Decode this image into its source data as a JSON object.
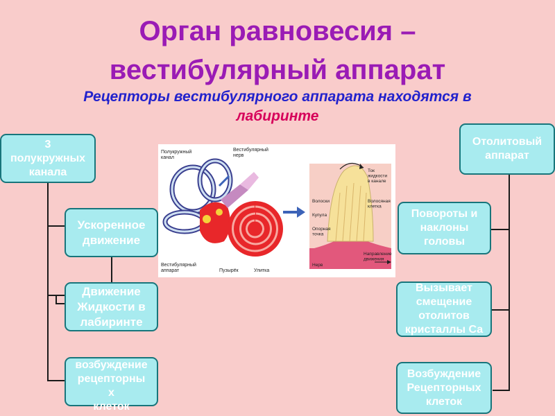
{
  "title": {
    "line1": "Орган равновесия –",
    "line2": "вестибулярный аппарат"
  },
  "subtitle": {
    "line1": "Рецепторы вестибулярного аппарата  находятся в",
    "line2": "лабиринте"
  },
  "left_boxes": {
    "canals": "3\nполукружных\nканала",
    "acceleration": "Ускоренное\nдвижение",
    "fluid": "Движение\nЖидкости в\nлабиринте",
    "excitation": "возбуждение\nрецепторны\nх\nклеток"
  },
  "right_boxes": {
    "otolith": "Отолитовый\nаппарат",
    "turns": "Повороты и\nнаклоны\nголовы",
    "shift": "Вызывает\nсмещение\nотолитов\nкристаллы Са",
    "excitation": "Возбуждение\nРецепторных\nклеток"
  },
  "figure": {
    "left_labels": {
      "canals": "Полукружный\nканал",
      "nerve_top": "Вестибулярный\nнерв",
      "vestibular": "Вестибулярный\nаппарат",
      "bubble": "Пузырёк",
      "cochlea": "Улитка"
    },
    "right_labels": {
      "flow": "Ток\nжидкости\nв канале",
      "hairs": "Волоски",
      "hair_cell": "Волосяная\nклетка",
      "cupula": "Купула",
      "support": "Опорная\nточка",
      "nerve": "Нерв",
      "direction": "Направление\nдвижения"
    },
    "colors": {
      "inner_ear": "#e8272a",
      "canal_outline": "#3a3f8f",
      "cupula": "#f6e19a",
      "arrow": "#3c63b8"
    }
  }
}
